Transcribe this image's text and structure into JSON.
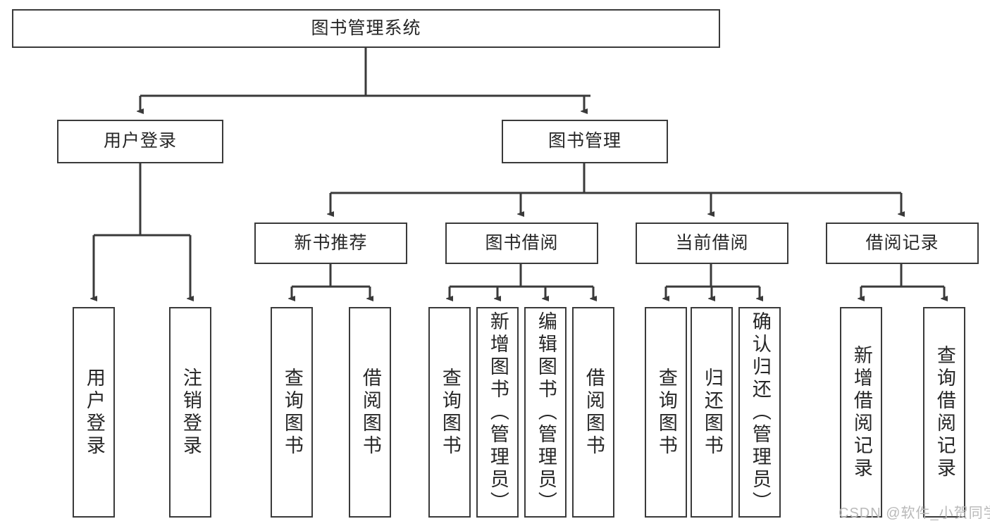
{
  "diagram": {
    "title": "图书管理系统",
    "type": "tree",
    "root": {
      "label": "图书管理系统"
    },
    "level2": [
      {
        "id": "user-login",
        "label": "用户登录"
      },
      {
        "id": "book-manage",
        "label": "图书管理"
      }
    ],
    "level3": [
      {
        "id": "new-book-recommend",
        "label": "新书推荐",
        "parent": "book-manage"
      },
      {
        "id": "book-borrow",
        "label": "图书借阅",
        "parent": "book-manage"
      },
      {
        "id": "current-borrow",
        "label": "当前借阅",
        "parent": "book-manage"
      },
      {
        "id": "borrow-record",
        "label": "借阅记录",
        "parent": "book-manage"
      }
    ],
    "leaves": {
      "user_login": [
        {
          "id": "leaf-user-login",
          "label": "用户登录"
        },
        {
          "id": "leaf-user-logout",
          "label": "注销登录"
        }
      ],
      "new_book_recommend": [
        {
          "id": "leaf-query-book-1",
          "label": "查询图书"
        },
        {
          "id": "leaf-borrow-book-1",
          "label": "借阅图书"
        }
      ],
      "book_borrow": [
        {
          "id": "leaf-query-book-2",
          "label": "查询图书"
        },
        {
          "id": "leaf-add-book",
          "label": "新增图书（管理员）"
        },
        {
          "id": "leaf-edit-book",
          "label": "编辑图书（管理员）"
        },
        {
          "id": "leaf-borrow-book-2",
          "label": "借阅图书"
        }
      ],
      "current_borrow": [
        {
          "id": "leaf-query-book-3",
          "label": "查询图书"
        },
        {
          "id": "leaf-return-book",
          "label": "归还图书"
        },
        {
          "id": "leaf-confirm-return",
          "label": "确认归还（管理员）"
        }
      ],
      "borrow_record": [
        {
          "id": "leaf-add-record",
          "label": "新增借阅记录"
        },
        {
          "id": "leaf-query-record",
          "label": "查询借阅记录"
        }
      ]
    }
  },
  "watermark": {
    "text": "CSDN @软件_小贺同学"
  },
  "colors": {
    "stroke": "#3a3a3a",
    "text": "#262626",
    "background": "#ffffff",
    "watermark": "#b9b9b9"
  }
}
